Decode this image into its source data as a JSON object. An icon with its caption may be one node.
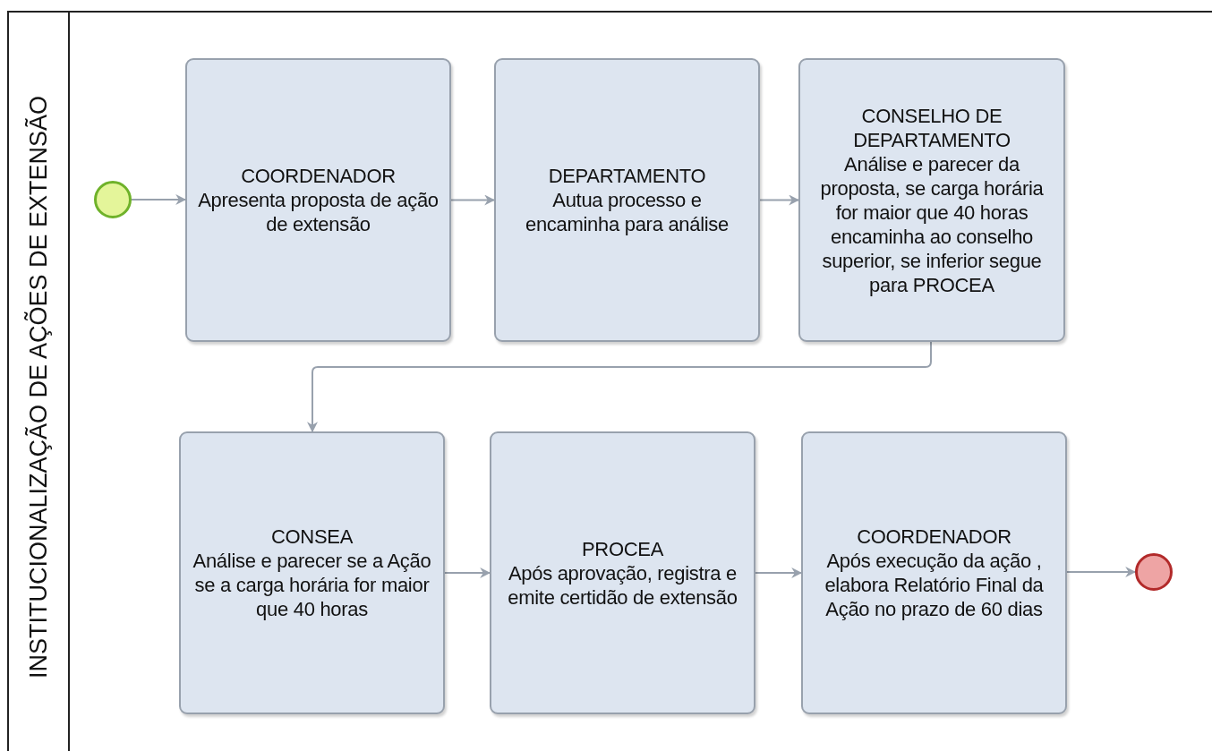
{
  "diagram": {
    "nodes": [
      {
        "text": [
          "INSTITUCIONALIZAÇÃO DE AÇÕES DE EXTENSÃO"
        ]
      },
      {
        "text": [],
        "shape": "circle",
        "in": 0
      },
      {
        "text": [
          "COORDENADOR",
          "Apresenta proposta de ação de extensão"
        ],
        "in": 0
      },
      {
        "text": [
          "DEPARTAMENTO",
          "Autua processo e encaminha  para análise"
        ],
        "in": 0
      },
      {
        "text": [
          "CONSELHO DE DEPARTAMENTO",
          "Análise e parecer da proposta, se carga horária for maior que 40 horas encaminha ao conselho superior, se inferior  segue para PROCEA"
        ],
        "in": 0
      },
      {
        "text": [
          "CONSEA",
          "Análise e parecer se a Ação se a carga horária for maior que 40 horas"
        ],
        "in": 0
      },
      {
        "text": [
          "PROCEA",
          "Após aprovação, registra e emite certidão de extensão"
        ],
        "in": 0
      },
      {
        "text": [
          "COORDENADOR",
          "Após execução da ação , elabora Relatório Final da Ação  no prazo de 60 dias"
        ],
        "in": 0
      },
      {
        "text": [],
        "shape": "circle",
        "in": 0
      }
    ],
    "edges": [
      {
        "from": 1,
        "to": 2,
        "arrow": "to"
      },
      {
        "from": 2,
        "to": 3,
        "arrow": "to"
      },
      {
        "from": 3,
        "to": 4,
        "arrow": "to"
      },
      {
        "from": 4,
        "to": 5,
        "arrow": "to"
      },
      {
        "from": 5,
        "to": 6,
        "arrow": "to"
      },
      {
        "from": 6,
        "to": 7,
        "arrow": "to"
      },
      {
        "from": 7,
        "to": 8,
        "arrow": "to"
      }
    ]
  }
}
